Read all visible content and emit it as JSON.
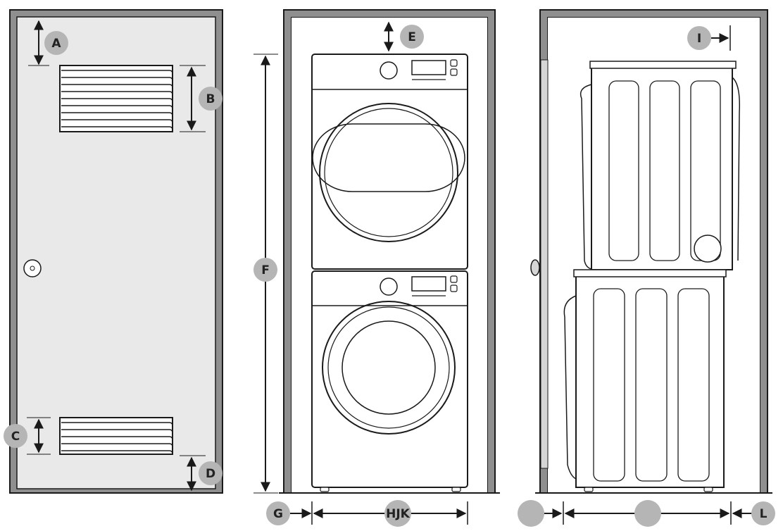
{
  "labels": {
    "A": "A",
    "B": "B",
    "C": "C",
    "D": "D",
    "E": "E",
    "F": "F",
    "G": "G",
    "HJK": "HJK",
    "I": "I",
    "L": "L",
    "side_left": "",
    "side_width": ""
  },
  "colors": {
    "door": "#e9e9e9",
    "frame": "#8f8f8f",
    "outline": "#1a1a1a",
    "badge": "#b5b5b5",
    "panel": "#ffffff"
  }
}
